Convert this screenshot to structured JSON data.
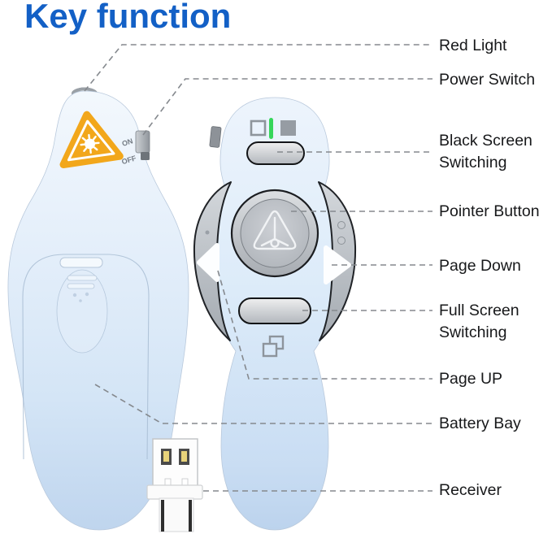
{
  "title": "Key function",
  "device_back": {
    "power_on_label": "ON",
    "power_off_label": "OFF"
  },
  "callouts": [
    {
      "id": "red-light",
      "line1": "Red Light"
    },
    {
      "id": "power-switch",
      "line1": "Power Switch"
    },
    {
      "id": "black-screen-switching",
      "line1": "Black Screen",
      "line2": "Switching"
    },
    {
      "id": "pointer-button",
      "line1": "Pointer Button"
    },
    {
      "id": "page-down",
      "line1": "Page Down"
    },
    {
      "id": "full-screen-switching",
      "line1": "Full Screen",
      "line2": "Switching"
    },
    {
      "id": "page-up",
      "line1": "Page UP"
    },
    {
      "id": "battery-bay",
      "line1": "Battery Bay"
    },
    {
      "id": "receiver",
      "line1": "Receiver"
    }
  ],
  "colors": {
    "title_blue": "#1360c6",
    "device_body_blue": "#dcebf9",
    "button_gray": "#b8bdc3",
    "indicator_green": "#35d65a",
    "laser_warning_orange": "#f2a71b"
  }
}
